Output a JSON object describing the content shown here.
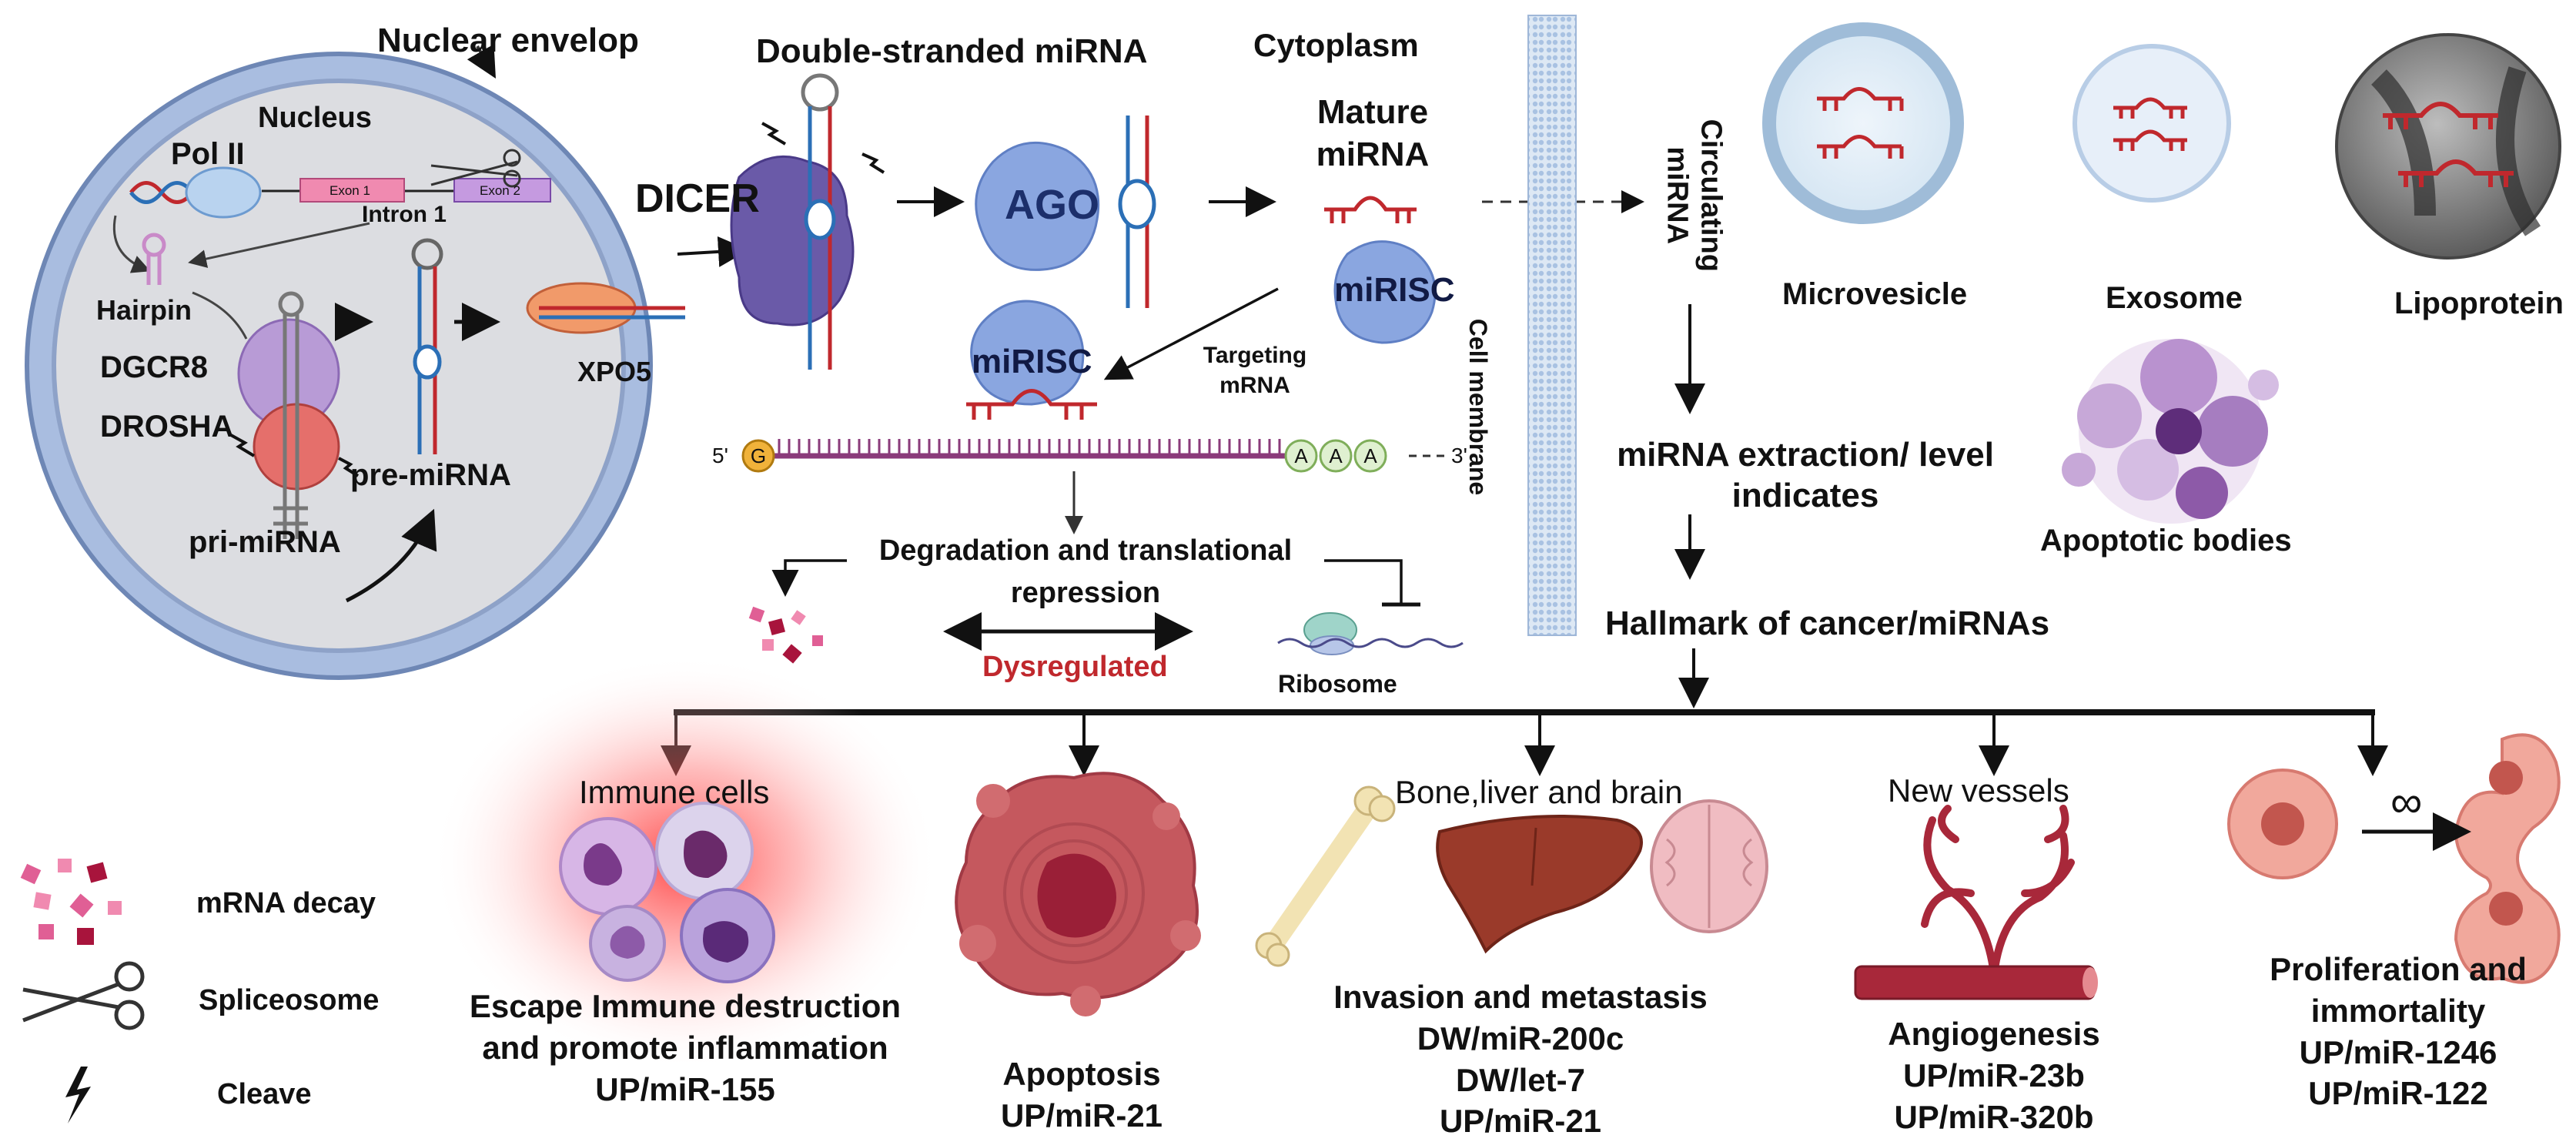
{
  "nucleus": {
    "envelope_label": "Nuclear envelop",
    "nucleus_label": "Nucleus",
    "pol2": "Pol II",
    "exon1": "Exon 1",
    "exon2": "Exon 2",
    "intron1": "Intron 1",
    "hairpin": "Hairpin",
    "dgcr8": "DGCR8",
    "drosha": "DROSHA",
    "pri_mirna": "pri-miRNA",
    "pre_mirna": "pre-miRNA",
    "xpo5": "XPO5"
  },
  "cytoplasm": {
    "dicer": "DICER",
    "double_stranded": "Double-stranded miRNA",
    "cytoplasm_label": "Cytoplasm",
    "ago": "AGO",
    "mature_line1": "Mature",
    "mature_line2": "miRNA",
    "mirisc_top": "miRISC",
    "mirisc_bottom": "miRISC",
    "targeting_line1": "Targeting",
    "targeting_line2": "mRNA",
    "five_prime": "5'",
    "cap": "G",
    "polya": [
      "A",
      "A",
      "A"
    ],
    "three_prime": "3'",
    "degradation_line1": "Degradation and translational",
    "degradation_line2": "repression",
    "dysregulated": "Dysregulated",
    "ribosome": "Ribosome",
    "cell_membrane": "Cell membrane"
  },
  "circulation": {
    "circulating_line1": "Circulating",
    "circulating_line2": "miRNA",
    "microvesicle": "Microvesicle",
    "exosome": "Exosome",
    "lipoprotein": "Lipoprotein",
    "apoptotic_bodies": "Apoptotic bodies",
    "extraction_line1": "miRNA extraction/ level",
    "extraction_line2": "indicates",
    "hallmark": "Hallmark of cancer/miRNAs"
  },
  "legend": {
    "mrna_decay": "mRNA decay",
    "spliceosome": "Spliceosome",
    "cleave": "Cleave"
  },
  "hallmarks": {
    "immune": {
      "header": "Immune cells",
      "lines": [
        "Escape Immune destruction",
        "and promote inflammation",
        "UP/miR-155"
      ]
    },
    "apoptosis": {
      "lines": [
        "Apoptosis",
        "UP/miR-21"
      ]
    },
    "invasion": {
      "header": "Bone,liver and brain",
      "lines": [
        "Invasion and metastasis",
        "DW/miR-200c",
        "DW/let-7",
        "UP/miR-21"
      ]
    },
    "angiogenesis": {
      "header": "New vessels",
      "lines": [
        "Angiogenesis",
        "UP/miR-23b",
        "UP/miR-320b"
      ]
    },
    "proliferation": {
      "symbol": "∞",
      "lines": [
        "Proliferation and",
        "immortality",
        "UP/miR-1246",
        "UP/miR-122"
      ]
    }
  },
  "colors": {
    "rna_red": "#c0282d",
    "rna_blue": "#2b6fb6",
    "protein_purple": "#6a5aa8",
    "protein_blue": "#7d9ad8",
    "xpo5_orange": "#e8875a",
    "membrane_blue": "#b8cde6",
    "cell_pink": "#b9585a",
    "mrna_magenta": "#8a3a7a"
  }
}
